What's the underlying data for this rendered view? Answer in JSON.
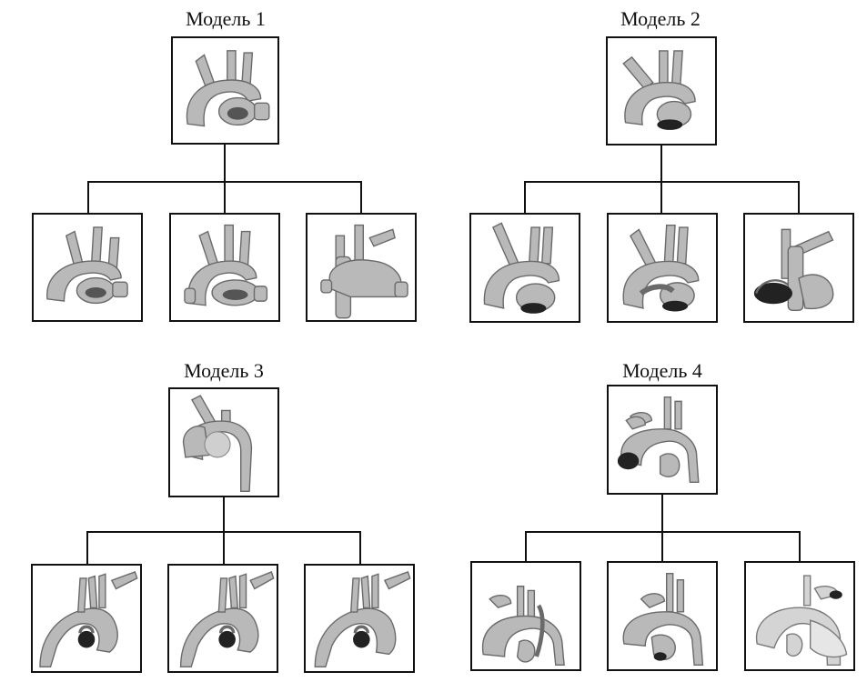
{
  "groups": [
    {
      "title": "Модель 1"
    },
    {
      "title": "Модель 2"
    },
    {
      "title": "Модель 3"
    },
    {
      "title": "Модель 4"
    }
  ]
}
